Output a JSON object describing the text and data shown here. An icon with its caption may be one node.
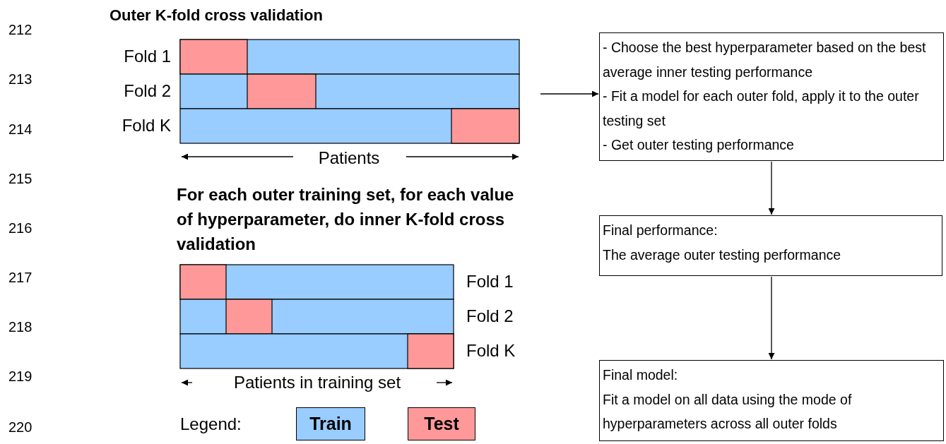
{
  "diagram": {
    "nodes": [
      {
        "text": [
          "- Choose the best hyperparameter based on the best average inner testing performance",
          "- Fit a model for each outer fold, apply it to the outer testing set",
          "- Get outer testing performance"
        ]
      },
      {
        "text": [
          "Final performance:",
          "The average outer testing performance"
        ]
      },
      {
        "text": [
          "Final model:",
          "Fit a model on all data using the mode of hyperparameters across all outer folds"
        ]
      }
    ],
    "edges": [
      {
        "from": null,
        "to": 0,
        "arrow": "to"
      },
      {
        "from": 0,
        "to": 1,
        "arrow": "to"
      },
      {
        "from": 1,
        "to": 2,
        "arrow": "to"
      }
    ],
    "labels": [
      "212",
      "Outer K-fold cross validation",
      "Fold 1",
      "213",
      "Fold 2",
      "214",
      "Fold K",
      "Patients",
      "215",
      "For each outer training set, for each value of hyperparameter, do inner K-fold cross validation",
      "216",
      "217",
      "Fold 1",
      "218",
      "Fold 2",
      "Fold K",
      "219",
      "Patients in training set",
      "220",
      "Legend:"
    ],
    "legend": [
      {
        "text": "Train",
        "color": "#99ccff"
      },
      {
        "text": "Test",
        "color": "#ff9999"
      }
    ]
  }
}
